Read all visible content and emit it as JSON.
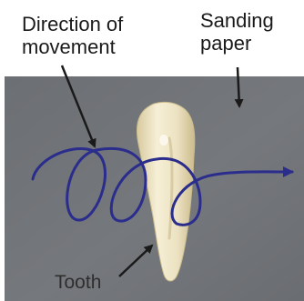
{
  "labels": {
    "direction_line1": "Direction of",
    "direction_line2": "movement",
    "sanding_line1": "Sanding",
    "sanding_line2": "paper",
    "tooth": "Tooth"
  },
  "colors": {
    "background": "#ffffff",
    "sanding_paper": "#717478",
    "motion_path": "#2b2d8c",
    "label_text": "#1a1a1a",
    "pointer_arrow": "#1a1a1a",
    "tooth": "#efe6c9"
  }
}
